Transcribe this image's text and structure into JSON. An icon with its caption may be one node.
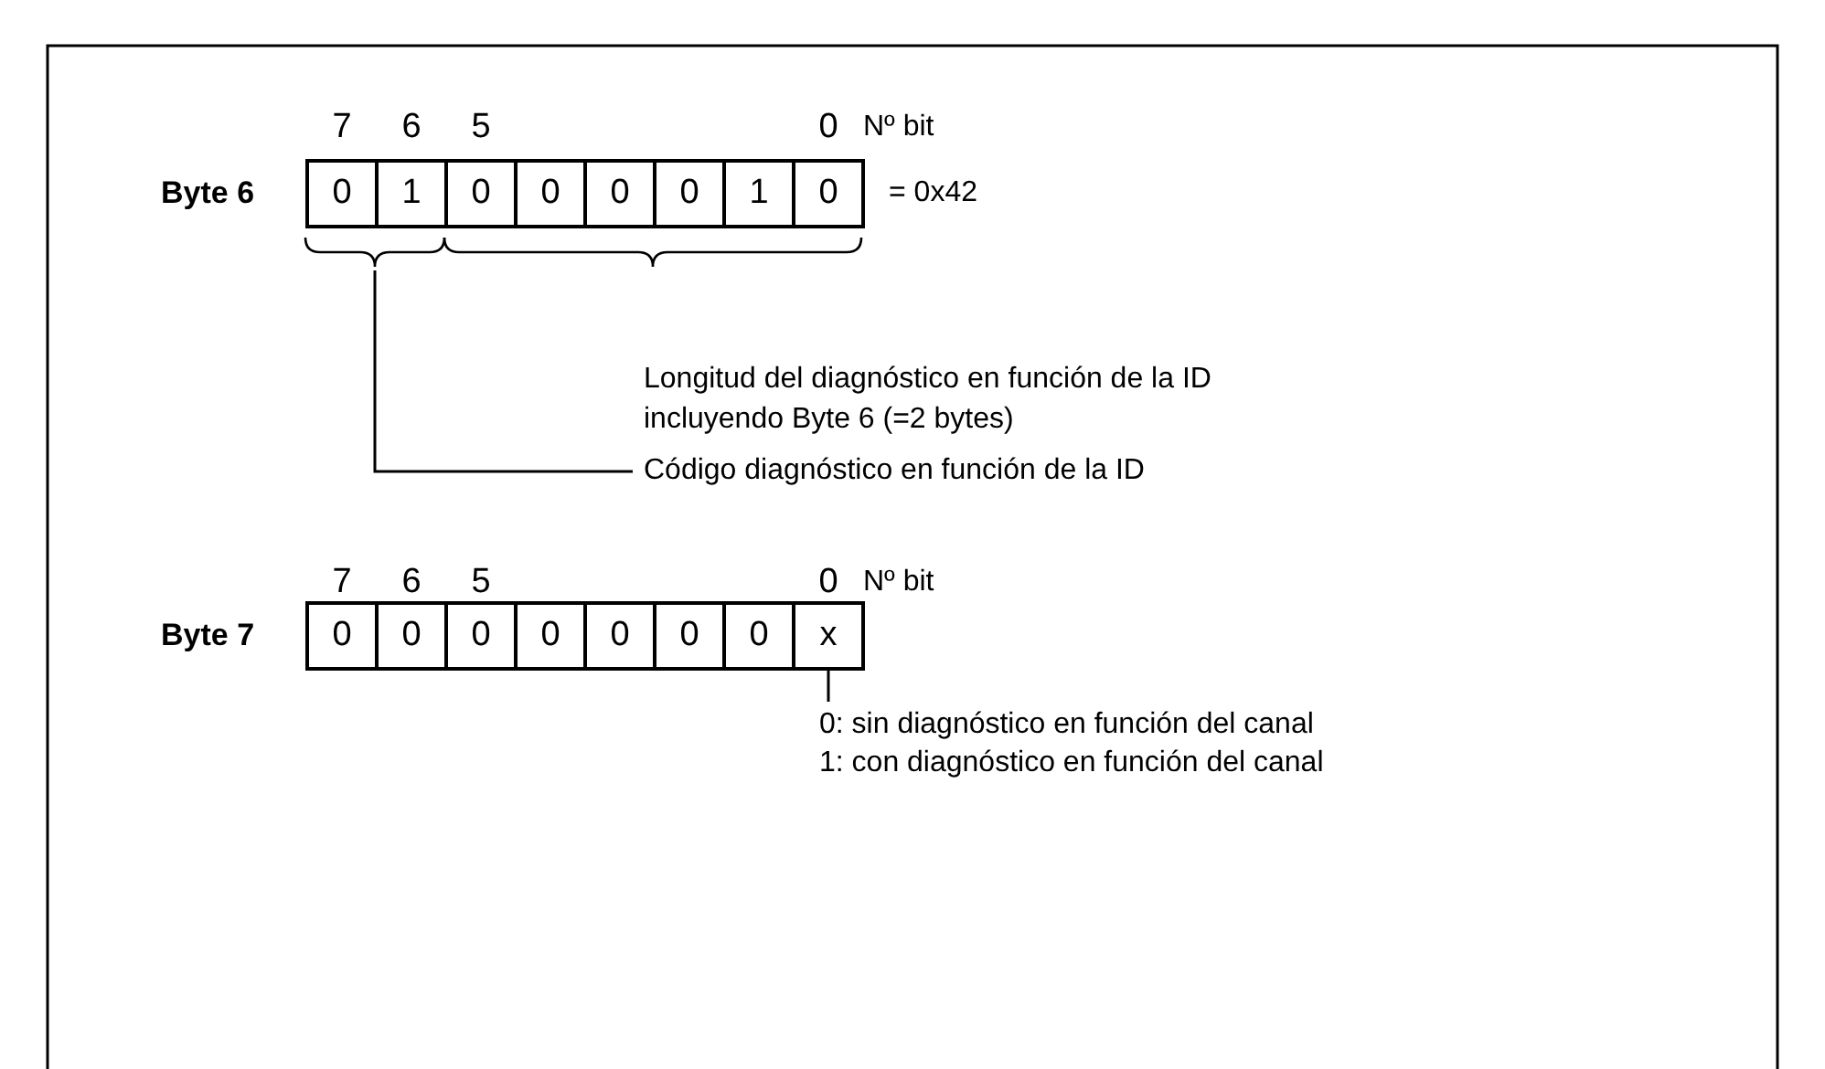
{
  "diagram": {
    "nodes": [
      {
        "text": [
          "Byte 6"
        ]
      },
      {
        "text": [
          "0"
        ],
        "in": 0
      },
      {
        "text": [
          "1"
        ],
        "in": 0
      },
      {
        "text": [
          "0"
        ],
        "in": 0
      },
      {
        "text": [
          "0"
        ],
        "in": 0
      },
      {
        "text": [
          "0"
        ],
        "in": 0
      },
      {
        "text": [
          "0"
        ],
        "in": 0
      },
      {
        "text": [
          "1"
        ],
        "in": 0
      },
      {
        "text": [
          "0"
        ],
        "in": 0
      },
      {
        "text": [],
        "shape": "brace"
      },
      {
        "text": [
          "Código diagnóstico en función de la ID"
        ]
      },
      {
        "text": [
          "Byte 7"
        ]
      },
      {
        "text": [
          "0"
        ],
        "in": 11
      },
      {
        "text": [
          "0"
        ],
        "in": 11
      },
      {
        "text": [
          "0"
        ],
        "in": 11
      },
      {
        "text": [
          "0"
        ],
        "in": 11
      },
      {
        "text": [
          "0"
        ],
        "in": 11
      },
      {
        "text": [
          "0"
        ],
        "in": 11
      },
      {
        "text": [
          "0"
        ],
        "in": 11
      },
      {
        "text": [
          "x"
        ],
        "in": 11
      },
      {
        "text": [
          "0: sin diagnóstico en función del canal"
        ]
      }
    ],
    "edges": [
      {
        "from": 10,
        "to": 9,
        "arrow": "none"
      },
      {
        "from": 20,
        "to": 19,
        "arrow": "none"
      }
    ],
    "labels": [
      "7",
      "6",
      "5",
      "0",
      "Nº bit",
      "= 0x42",
      "Longitud del diagnóstico en función de la ID incluyendo Byte 6 (=2 bytes)",
      "7",
      "6",
      "5",
      "0",
      "Nº bit",
      "1: con diagnóstico en función del canal"
    ]
  }
}
